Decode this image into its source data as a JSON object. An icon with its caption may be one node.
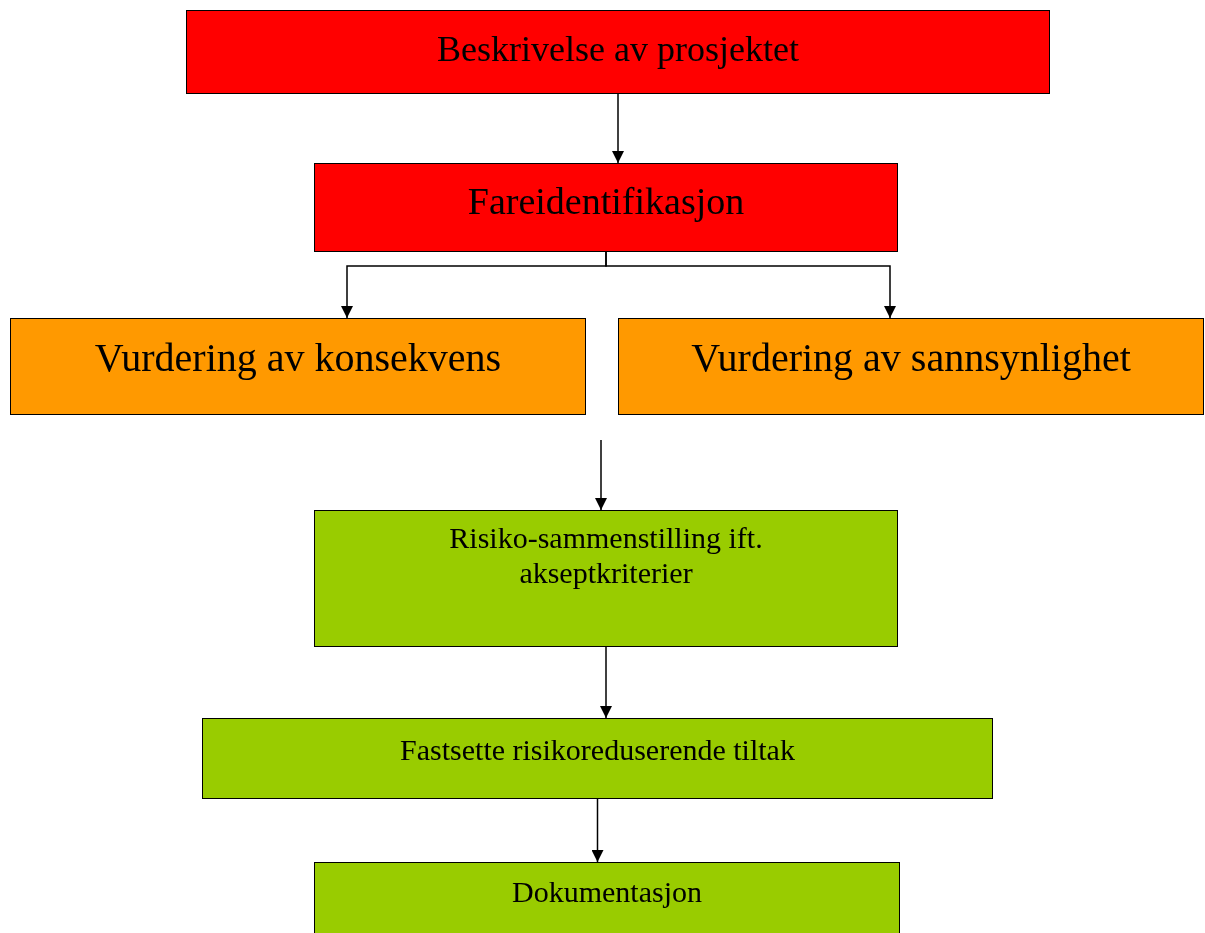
{
  "diagram": {
    "nodes": [
      {
        "text": [
          "Beskrivelse av prosjektet"
        ]
      },
      {
        "text": [
          "Fareidentifikasjon"
        ]
      },
      {
        "text": [
          "Vurdering av konsekvens"
        ]
      },
      {
        "text": [
          "Vurdering av sannsynlighet"
        ]
      },
      {
        "text": [
          "Risiko-sammenstilling ift. akseptkriterier"
        ]
      },
      {
        "text": [
          "Fastsette risikoreduserende tiltak"
        ]
      },
      {
        "text": [
          "Dokumentasjon"
        ]
      }
    ],
    "edges": [
      {
        "from": 0,
        "to": 1,
        "arrow": "to"
      },
      {
        "from": 1,
        "to": 2,
        "arrow": "to"
      },
      {
        "from": 1,
        "to": 3,
        "arrow": "to"
      },
      {
        "from": null,
        "to": 4,
        "arrow": "to"
      },
      {
        "from": 4,
        "to": 5,
        "arrow": "to"
      },
      {
        "from": 5,
        "to": 6,
        "arrow": "to"
      }
    ]
  }
}
